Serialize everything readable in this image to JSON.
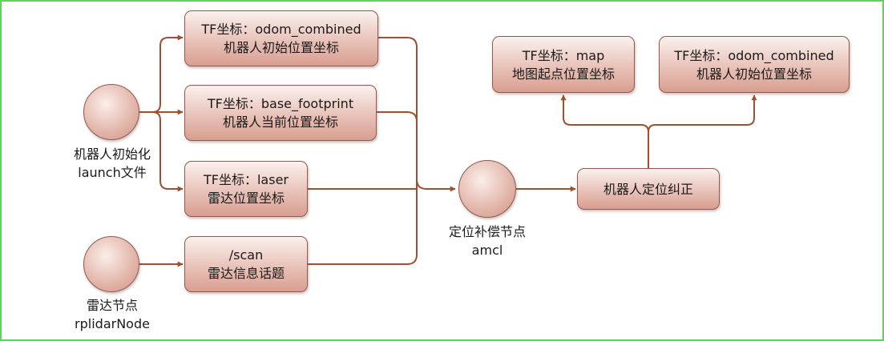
{
  "nodes": {
    "launch": {
      "line1": "机器人初始化",
      "line2": "launch文件"
    },
    "rplidar": {
      "line1": "雷达节点",
      "line2": "rplidarNode"
    },
    "amcl": {
      "line1": "定位补偿节点",
      "line2": "amcl"
    }
  },
  "boxes": {
    "odom_left": {
      "line1": "TF坐标：odom_combined",
      "line2": "机器人初始位置坐标"
    },
    "base_footprint": {
      "line1": "TF坐标：base_footprint",
      "line2": "机器人当前位置坐标"
    },
    "laser": {
      "line1": "TF坐标：laser",
      "line2": "雷达位置坐标"
    },
    "scan": {
      "line1": "/scan",
      "line2": "雷达信息话题"
    },
    "correction": {
      "line1": "机器人定位纠正"
    },
    "map": {
      "line1": "TF坐标：map",
      "line2": "地图起点位置坐标"
    },
    "odom_right": {
      "line1": "TF坐标：odom_combined",
      "line2": "机器人初始位置坐标"
    }
  },
  "colors": {
    "connector": "#a0502e",
    "frame": "#5fd35f",
    "node_border": "#8f5a4f"
  }
}
